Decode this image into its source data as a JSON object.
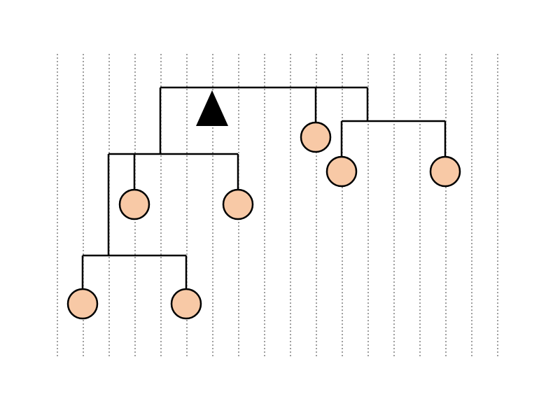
{
  "diagram": {
    "type": "tree",
    "colors": {
      "node_fill": "#f8c9a6",
      "stroke": "#000000",
      "background": "#ffffff"
    },
    "grid": {
      "style": "dotted-vertical",
      "column_count": 18
    },
    "root_marker": "triangle",
    "nodes": [
      {
        "id": "root",
        "shape": "bar",
        "parent": null
      },
      {
        "id": "a",
        "shape": "bar",
        "parent": "root"
      },
      {
        "id": "b",
        "shape": "circle",
        "parent": "root"
      },
      {
        "id": "c",
        "shape": "bar",
        "parent": "root"
      },
      {
        "id": "a1",
        "shape": "bar",
        "parent": "a"
      },
      {
        "id": "a2",
        "shape": "circle",
        "parent": "a"
      },
      {
        "id": "a3",
        "shape": "circle",
        "parent": "a"
      },
      {
        "id": "a1x",
        "shape": "circle",
        "parent": "a1"
      },
      {
        "id": "a1y",
        "shape": "circle",
        "parent": "a1"
      },
      {
        "id": "c1",
        "shape": "circle",
        "parent": "c"
      },
      {
        "id": "c2",
        "shape": "circle",
        "parent": "c"
      }
    ]
  }
}
